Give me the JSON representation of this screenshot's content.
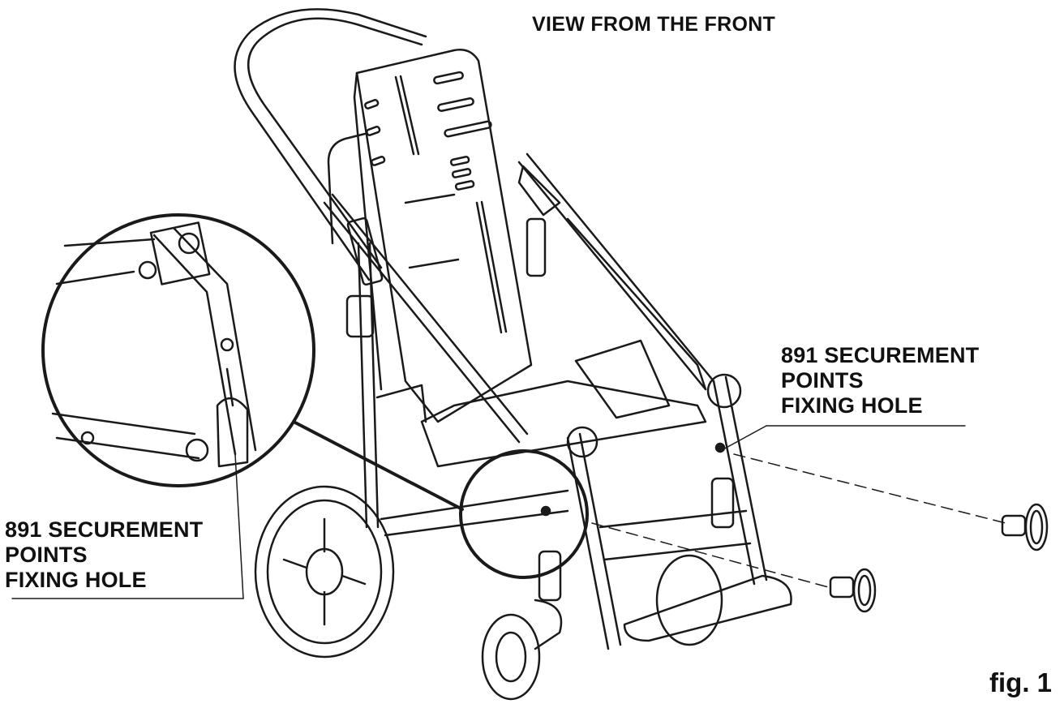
{
  "header": {
    "title": "VIEW FROM THE FRONT"
  },
  "callouts": [
    {
      "lines": [
        "891 SECUREMENT",
        "POINTS",
        "FIXING HOLE"
      ]
    },
    {
      "lines": [
        "891 SECUREMENT",
        "POINTS",
        "FIXING HOLE"
      ]
    }
  ],
  "figure": {
    "label": "fig. 1"
  },
  "colors": {
    "line": "#1a1a1a",
    "background": "#ffffff"
  }
}
